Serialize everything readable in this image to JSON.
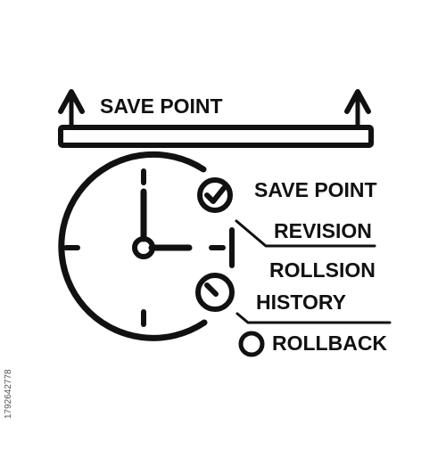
{
  "illustration": {
    "top_label": "SAVE POINT",
    "items": [
      {
        "label": "SAVE POINT",
        "icon": "checkmark-circle-icon"
      },
      {
        "label": "REVISION",
        "icon": "leader-line"
      },
      {
        "label": "ROLLSION",
        "icon": "none"
      },
      {
        "label": "HISTORY",
        "icon": "knob-circle-icon"
      },
      {
        "label": "ROLLBACK",
        "icon": "ring-icon"
      }
    ],
    "clock_time": "3:00",
    "stock_id": "1792642778",
    "line_color": "#111111"
  }
}
